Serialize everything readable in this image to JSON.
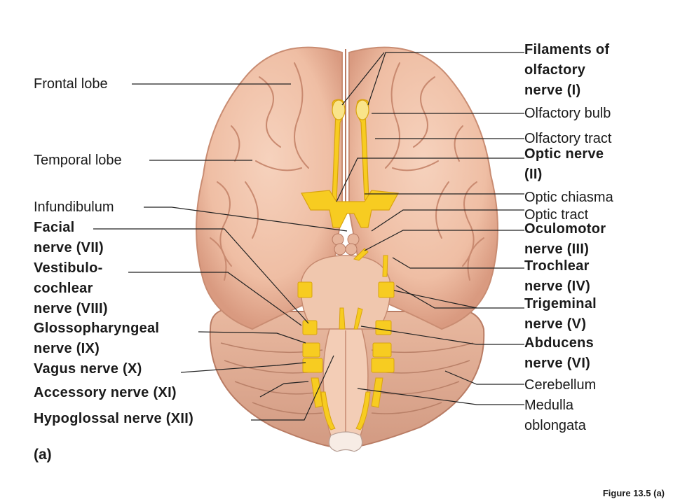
{
  "labels": {
    "frontal_lobe": "Frontal lobe",
    "temporal_lobe": "Temporal lobe",
    "infundibulum": "Infundibulum",
    "facial_1": "Facial",
    "facial_2": "nerve (VII)",
    "vestibulo_1": "Vestibulo-",
    "vestibulo_2": "cochlear",
    "vestibulo_3": "nerve (VIII)",
    "glosso_1": "Glossopharyngeal",
    "glosso_2": "nerve (IX)",
    "vagus": "Vagus nerve (X)",
    "accessory": "Accessory nerve (XI)",
    "hypoglossal": "Hypoglossal nerve (XII)",
    "filaments_1": "Filaments of",
    "filaments_2": "olfactory",
    "filaments_3": "nerve (I)",
    "olfactory_bulb": "Olfactory bulb",
    "olfactory_tract": "Olfactory tract",
    "optic_nerve_1": "Optic nerve",
    "optic_nerve_2": "(II)",
    "optic_chiasma": "Optic chiasma",
    "optic_tract": "Optic tract",
    "oculomotor_1": "Oculomotor",
    "oculomotor_2": "nerve (III)",
    "trochlear_1": "Trochlear",
    "trochlear_2": "nerve (IV)",
    "trigeminal_1": "Trigeminal",
    "trigeminal_2": "nerve (V)",
    "abducens_1": "Abducens",
    "abducens_2": "nerve (VI)",
    "cerebellum": "Cerebellum",
    "medulla_1": "Medulla",
    "medulla_2": "oblongata"
  },
  "panel_letter": "(a)",
  "caption": "Figure 13.5 (a)",
  "colors": {
    "brain": "#f2c4ac",
    "brain_shadow": "#d99c82",
    "nerve": "#f7cc21",
    "nerve_dark": "#d9a30f",
    "brainstem": "#f0c6ad",
    "leader": "#222222"
  }
}
